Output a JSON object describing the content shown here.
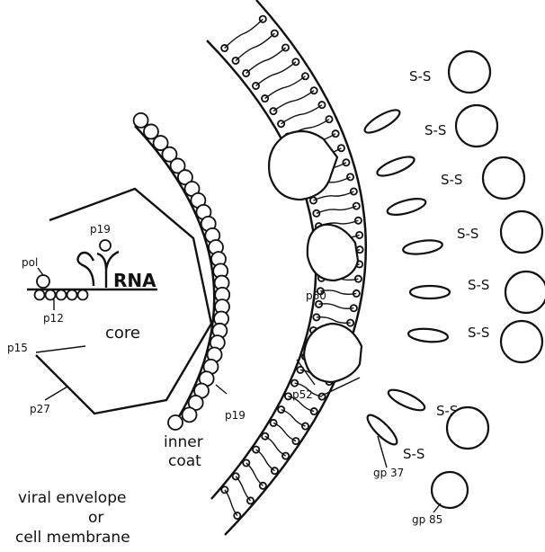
{
  "labels": {
    "pol": "pol",
    "p19_core": "p19",
    "rna": "RNA",
    "p12": "p12",
    "core": "core",
    "p15": "p15",
    "p27": "p27",
    "p19_coat": "p19",
    "inner_coat_line1": "inner",
    "inner_coat_line2": "coat",
    "envelope_line1": "viral envelope",
    "envelope_line2": "or",
    "envelope_line3": "cell membrane",
    "p60": "p60",
    "p52": "p52",
    "gp37": "gp 37",
    "gp85": "gp 85",
    "disulfide": "S-S"
  }
}
